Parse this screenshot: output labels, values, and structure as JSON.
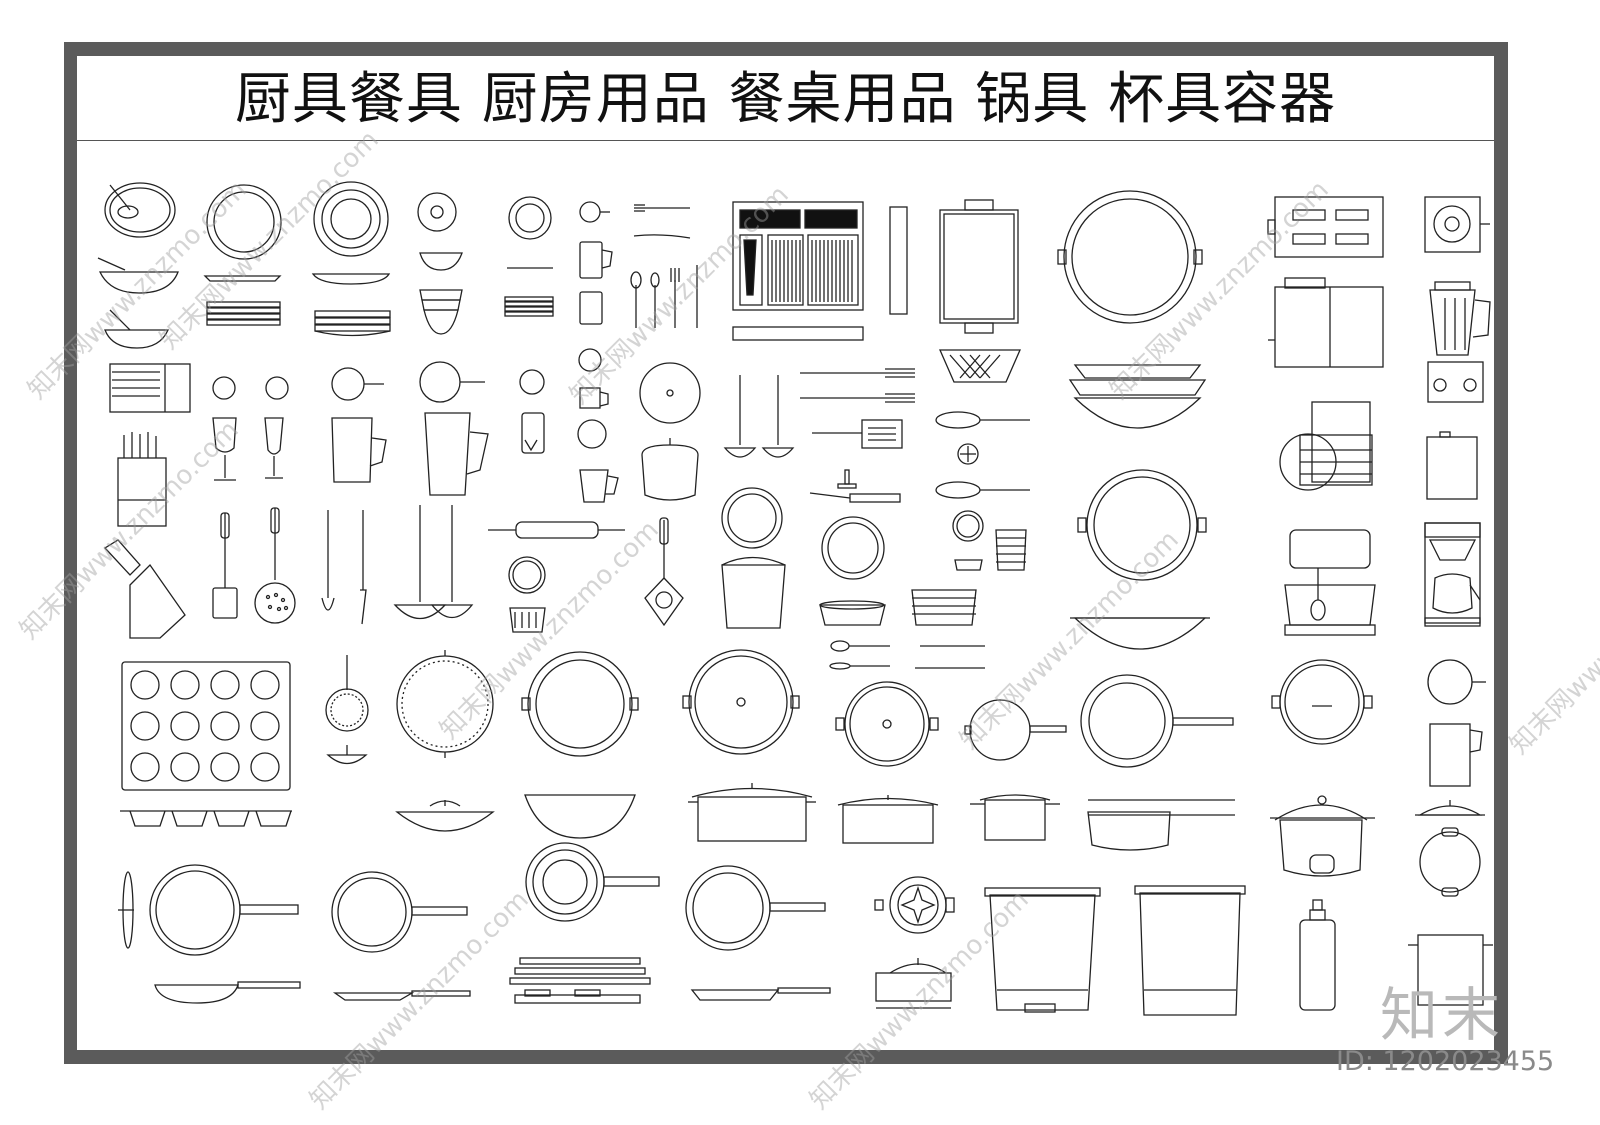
{
  "header": {
    "title": "厨具餐具  厨房用品  餐桌用品  锅具  杯具容器"
  },
  "watermark": {
    "site": "知末网www.znzmo.com",
    "brand": "知末",
    "id_label": "ID: 1202023455"
  },
  "colors": {
    "frame": "#5b5b5b",
    "line": "#222222",
    "watermark": "#b9b9b9"
  }
}
